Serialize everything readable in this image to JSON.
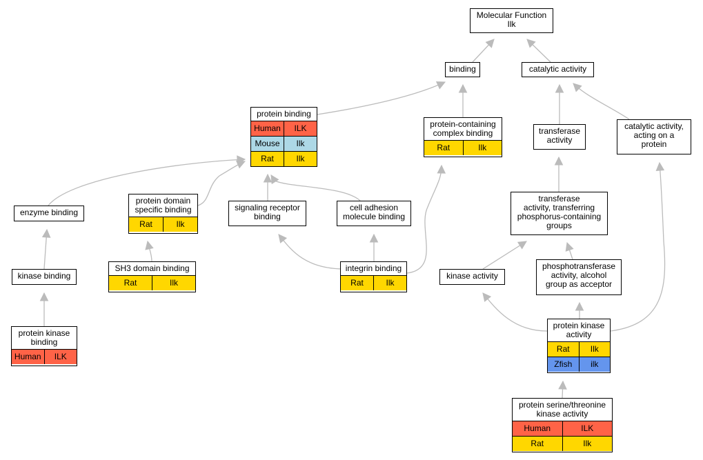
{
  "colors": {
    "human": "#ff6347",
    "mouse": "#add8e6",
    "rat": "#ffd700",
    "zfish": "#6495ed",
    "edge": "#bbbbbb"
  },
  "nodes": {
    "mf": {
      "title": "Molecular Function\nIlk",
      "rows": []
    },
    "binding": {
      "title": "binding",
      "rows": []
    },
    "catalytic": {
      "title": "catalytic activity",
      "rows": []
    },
    "protein_binding": {
      "title": "protein binding",
      "rows": [
        {
          "species": "Human",
          "gene": "ILK",
          "color": "human"
        },
        {
          "species": "Mouse",
          "gene": "Ilk",
          "color": "mouse"
        },
        {
          "species": "Rat",
          "gene": "Ilk",
          "color": "rat"
        }
      ]
    },
    "pc_complex": {
      "title": "protein-containing\ncomplex binding",
      "rows": [
        {
          "species": "Rat",
          "gene": "Ilk",
          "color": "rat"
        }
      ]
    },
    "transferase": {
      "title": "transferase\nactivity",
      "rows": []
    },
    "cat_protein": {
      "title": "catalytic activity,\nacting on a\nprotein",
      "rows": []
    },
    "enzyme": {
      "title": "enzyme binding",
      "rows": []
    },
    "domain_specific": {
      "title": "protein domain\nspecific binding",
      "rows": [
        {
          "species": "Rat",
          "gene": "Ilk",
          "color": "rat"
        }
      ]
    },
    "signaling": {
      "title": "signaling receptor\nbinding",
      "rows": []
    },
    "cell_adhesion": {
      "title": "cell adhesion\nmolecule binding",
      "rows": []
    },
    "transferase_p": {
      "title": "transferase\nactivity, transferring\nphosphorus-containing\ngroups",
      "rows": []
    },
    "kinase_binding": {
      "title": "kinase binding",
      "rows": []
    },
    "sh3": {
      "title": "SH3 domain binding",
      "rows": [
        {
          "species": "Rat",
          "gene": "Ilk",
          "color": "rat"
        }
      ]
    },
    "integrin": {
      "title": "integrin binding",
      "rows": [
        {
          "species": "Rat",
          "gene": "Ilk",
          "color": "rat"
        }
      ]
    },
    "kinase_act": {
      "title": "kinase activity",
      "rows": []
    },
    "phosphotransferase": {
      "title": "phosphotransferase\nactivity, alcohol\ngroup as acceptor",
      "rows": []
    },
    "pk_binding": {
      "title": "protein kinase\nbinding",
      "rows": [
        {
          "species": "Human",
          "gene": "ILK",
          "color": "human"
        }
      ]
    },
    "pk_activity": {
      "title": "protein kinase\nactivity",
      "rows": [
        {
          "species": "Rat",
          "gene": "Ilk",
          "color": "rat"
        },
        {
          "species": "Zfish",
          "gene": "ilk",
          "color": "zfish"
        }
      ]
    },
    "ser_thr": {
      "title": "protein serine/threonine\nkinase activity",
      "rows": [
        {
          "species": "Human",
          "gene": "ILK",
          "color": "human"
        },
        {
          "species": "Rat",
          "gene": "Ilk",
          "color": "rat"
        }
      ]
    }
  },
  "edges": [
    {
      "from": "binding",
      "to": "mf"
    },
    {
      "from": "catalytic",
      "to": "mf"
    },
    {
      "from": "protein_binding",
      "to": "binding"
    },
    {
      "from": "pc_complex",
      "to": "binding"
    },
    {
      "from": "transferase",
      "to": "catalytic"
    },
    {
      "from": "cat_protein",
      "to": "catalytic"
    },
    {
      "from": "enzyme",
      "to": "protein_binding"
    },
    {
      "from": "domain_specific",
      "to": "protein_binding"
    },
    {
      "from": "signaling",
      "to": "protein_binding"
    },
    {
      "from": "cell_adhesion",
      "to": "protein_binding"
    },
    {
      "from": "transferase_p",
      "to": "transferase"
    },
    {
      "from": "kinase_binding",
      "to": "enzyme"
    },
    {
      "from": "sh3",
      "to": "domain_specific"
    },
    {
      "from": "integrin",
      "to": "signaling"
    },
    {
      "from": "integrin",
      "to": "cell_adhesion"
    },
    {
      "from": "integrin",
      "to": "pc_complex"
    },
    {
      "from": "kinase_act",
      "to": "transferase_p"
    },
    {
      "from": "phosphotransferase",
      "to": "transferase_p"
    },
    {
      "from": "pk_binding",
      "to": "kinase_binding"
    },
    {
      "from": "pk_activity",
      "to": "kinase_act"
    },
    {
      "from": "pk_activity",
      "to": "phosphotransferase"
    },
    {
      "from": "pk_activity",
      "to": "cat_protein"
    },
    {
      "from": "ser_thr",
      "to": "pk_activity"
    }
  ]
}
